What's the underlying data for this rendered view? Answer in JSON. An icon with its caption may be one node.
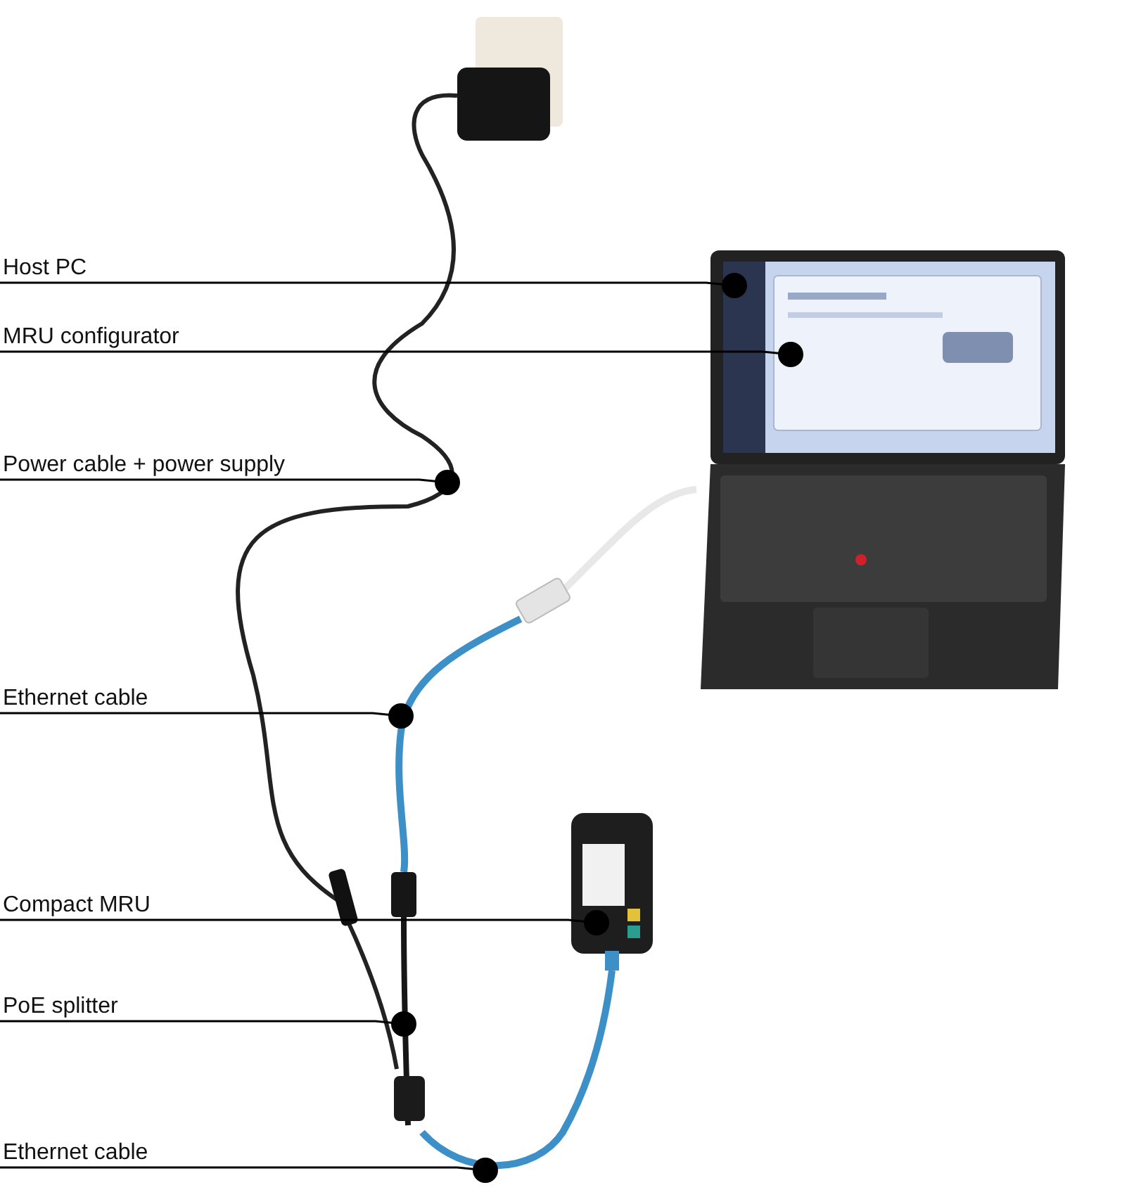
{
  "diagram": {
    "nodes": [
      {
        "text": [
          "Host PC"
        ]
      },
      {
        "text": [
          "MRU configurator"
        ]
      },
      {
        "text": [
          "Power cable + power supply"
        ]
      },
      {
        "text": [
          "Ethernet cable"
        ]
      },
      {
        "text": [
          "Compact MRU"
        ]
      },
      {
        "text": [
          "PoE splitter"
        ]
      },
      {
        "text": [
          "Ethernet cable"
        ]
      },
      {
        "text": [],
        "shape": "picture"
      },
      {
        "text": [],
        "shape": "picture"
      },
      {
        "text": [],
        "shape": "picture"
      },
      {
        "text": [],
        "shape": "picture"
      },
      {
        "text": [],
        "shape": "picture"
      },
      {
        "text": [],
        "shape": "picture"
      }
    ],
    "edges": [
      {
        "from": 0,
        "to": 7,
        "arrow": "other"
      },
      {
        "from": 1,
        "to": 7,
        "arrow": "other"
      },
      {
        "from": 2,
        "to": 8,
        "arrow": "other"
      },
      {
        "from": 3,
        "to": 9,
        "arrow": "other"
      },
      {
        "from": 4,
        "to": 10,
        "arrow": "other"
      },
      {
        "from": 5,
        "to": 11,
        "arrow": "other"
      },
      {
        "from": 6,
        "to": 12,
        "arrow": "other"
      }
    ]
  }
}
